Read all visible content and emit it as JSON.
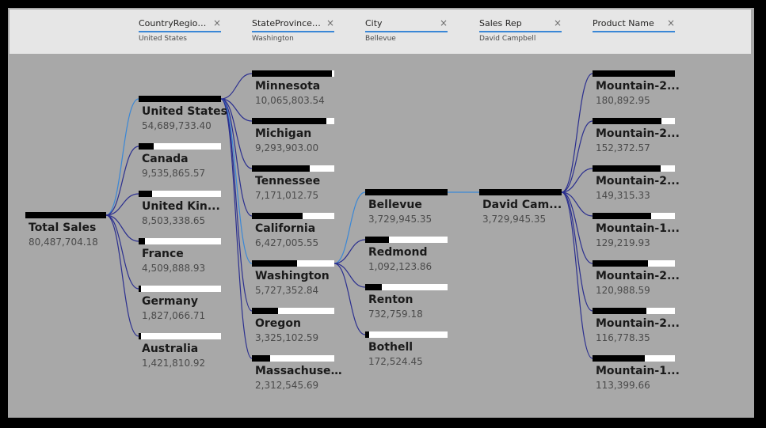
{
  "filters": [
    {
      "label": "CountryRegionN...",
      "value": "United States"
    },
    {
      "label": "StateProvinceNa...",
      "value": "Washington"
    },
    {
      "label": "City",
      "value": "Bellevue"
    },
    {
      "label": "Sales Rep",
      "value": "David Campbell"
    },
    {
      "label": "Product Name",
      "value": ""
    }
  ],
  "close_glyph": "×",
  "root": {
    "label": "Total Sales",
    "value": "80,487,704.18",
    "fraction": 1.0
  },
  "levels": [
    {
      "nodes": [
        {
          "label": "United States",
          "value": "54,689,733.40",
          "fraction": 1.0,
          "selected": true
        },
        {
          "label": "Canada",
          "value": "9,535,865.57",
          "fraction": 0.18
        },
        {
          "label": "United Kin...",
          "value": "8,503,338.65",
          "fraction": 0.16
        },
        {
          "label": "France",
          "value": "4,509,888.93",
          "fraction": 0.08
        },
        {
          "label": "Germany",
          "value": "1,827,066.71",
          "fraction": 0.03
        },
        {
          "label": "Australia",
          "value": "1,421,810.92",
          "fraction": 0.03
        }
      ]
    },
    {
      "nodes": [
        {
          "label": "Minnesota",
          "value": "10,065,803.54",
          "fraction": 0.97
        },
        {
          "label": "Michigan",
          "value": "9,293,903.00",
          "fraction": 0.9
        },
        {
          "label": "Tennessee",
          "value": "7,171,012.75",
          "fraction": 0.7
        },
        {
          "label": "California",
          "value": "6,427,005.55",
          "fraction": 0.62
        },
        {
          "label": "Washington",
          "value": "5,727,352.84",
          "fraction": 0.55,
          "selected": true
        },
        {
          "label": "Oregon",
          "value": "3,325,102.59",
          "fraction": 0.32
        },
        {
          "label": "Massachuse...",
          "value": "2,312,545.69",
          "fraction": 0.22
        }
      ]
    },
    {
      "nodes": [
        {
          "label": "Bellevue",
          "value": "3,729,945.35",
          "fraction": 1.0,
          "selected": true
        },
        {
          "label": "Redmond",
          "value": "1,092,123.86",
          "fraction": 0.29
        },
        {
          "label": "Renton",
          "value": "732,759.18",
          "fraction": 0.2
        },
        {
          "label": "Bothell",
          "value": "172,524.45",
          "fraction": 0.05
        }
      ]
    },
    {
      "nodes": [
        {
          "label": "David Cam...",
          "value": "3,729,945.35",
          "fraction": 1.0,
          "selected": true
        }
      ]
    },
    {
      "nodes": [
        {
          "label": "Mountain-2...",
          "value": "180,892.95",
          "fraction": 1.0
        },
        {
          "label": "Mountain-2...",
          "value": "152,372.57",
          "fraction": 0.84
        },
        {
          "label": "Mountain-2...",
          "value": "149,315.33",
          "fraction": 0.83
        },
        {
          "label": "Mountain-1...",
          "value": "129,219.93",
          "fraction": 0.71
        },
        {
          "label": "Mountain-2...",
          "value": "120,988.59",
          "fraction": 0.67
        },
        {
          "label": "Mountain-2...",
          "value": "116,778.35",
          "fraction": 0.65
        },
        {
          "label": "Mountain-1...",
          "value": "113,399.66",
          "fraction": 0.63
        }
      ]
    }
  ],
  "colors": {
    "link_normal": "#2b2f8f",
    "link_selected": "#3a87d6",
    "bar_fill": "#000000",
    "bar_track": "#ffffff"
  }
}
